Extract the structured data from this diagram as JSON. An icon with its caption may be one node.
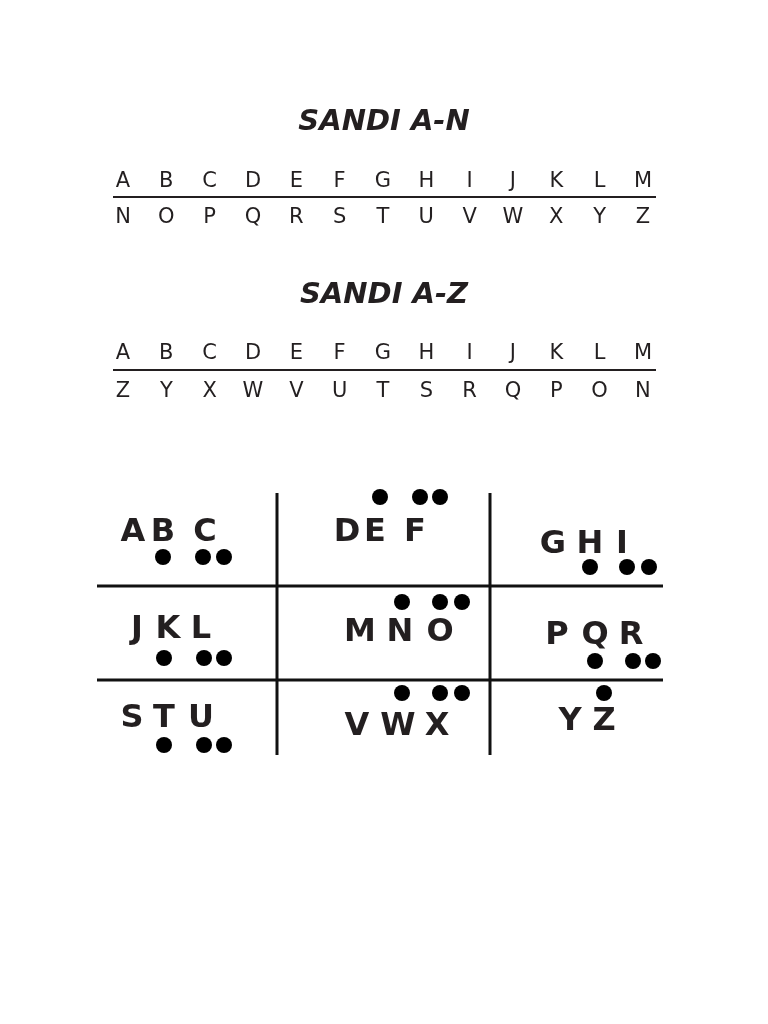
{
  "diagram": {
    "labels": [
      "SANDI A-N",
      "A",
      "B",
      "C",
      "D",
      "E",
      "F",
      "G",
      "H",
      "I",
      "J",
      "K",
      "L",
      "M",
      "N",
      "O",
      "P",
      "Q",
      "R",
      "S",
      "T",
      "U",
      "V",
      "W",
      "X",
      "Y",
      "Z",
      "SANDI A-Z",
      "A",
      "B",
      "C",
      "D",
      "E",
      "F",
      "G",
      "H",
      "I",
      "J",
      "K",
      "L",
      "M",
      "Z",
      "Y",
      "X",
      "W",
      "V",
      "U",
      "T",
      "S",
      "R",
      "Q",
      "P",
      "O",
      "N",
      "A",
      "B",
      "C",
      "D",
      "E",
      "F",
      "G",
      "H",
      "I",
      "J",
      "K",
      "L",
      "M",
      "N",
      "O",
      "P",
      "Q",
      "R",
      "S",
      "T",
      "U",
      "V",
      "W",
      "X",
      "Y",
      "Z"
    ]
  }
}
